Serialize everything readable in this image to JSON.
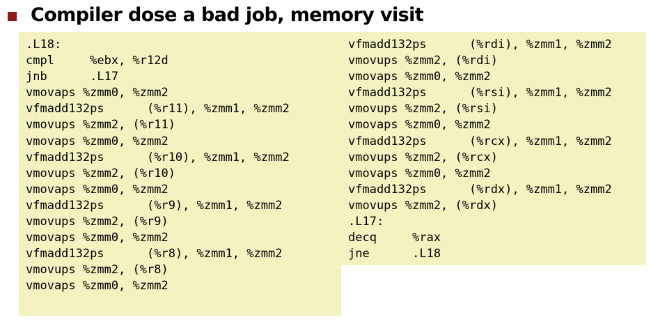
{
  "title": "Compiler dose a bad job, memory visit",
  "colors": {
    "bullet": "#8b1a1a",
    "code_background": "#f4f2c0"
  },
  "code": {
    "left_column": [
      ".L18:",
      "cmpl     %ebx, %r12d",
      "jnb      .L17",
      "vmovaps %zmm0, %zmm2",
      "vfmadd132ps      (%r11), %zmm1, %zmm2",
      "vmovups %zmm2, (%r11)",
      "vmovaps %zmm0, %zmm2",
      "vfmadd132ps      (%r10), %zmm1, %zmm2",
      "vmovups %zmm2, (%r10)",
      "vmovaps %zmm0, %zmm2",
      "vfmadd132ps      (%r9), %zmm1, %zmm2",
      "vmovups %zmm2, (%r9)",
      "vmovaps %zmm0, %zmm2",
      "vfmadd132ps      (%r8), %zmm1, %zmm2",
      "vmovups %zmm2, (%r8)",
      "vmovaps %zmm0, %zmm2"
    ],
    "right_column": [
      "vfmadd132ps      (%rdi), %zmm1, %zmm2",
      "vmovups %zmm2, (%rdi)",
      "vmovaps %zmm0, %zmm2",
      "vfmadd132ps      (%rsi), %zmm1, %zmm2",
      "vmovups %zmm2, (%rsi)",
      "vmovaps %zmm0, %zmm2",
      "vfmadd132ps      (%rcx), %zmm1, %zmm2",
      "vmovups %zmm2, (%rcx)",
      "vmovaps %zmm0, %zmm2",
      "vfmadd132ps      (%rdx), %zmm1, %zmm2",
      "vmovups %zmm2, (%rdx)",
      ".L17:",
      "decq     %rax",
      "jne      .L18"
    ]
  }
}
